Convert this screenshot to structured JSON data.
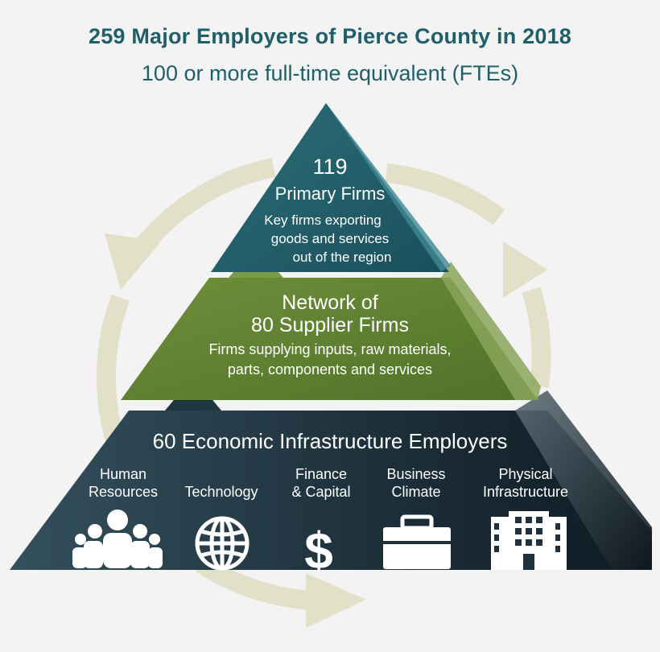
{
  "header": {
    "title": "259 Major Employers of Pierce County in 2018",
    "subtitle": "100 or more full-time equivalent (FTEs)"
  },
  "tiers": {
    "primary": {
      "count": "119",
      "name": "Primary Firms",
      "description": [
        "Key firms exporting",
        "goods and services",
        "out of the region"
      ],
      "color": "#2f7681"
    },
    "supplier": {
      "name": [
        "Network of",
        "80 Supplier Firms"
      ],
      "description": [
        "Firms supplying inputs, raw materials,",
        "parts, components and services"
      ],
      "color": "#6f8f3b"
    },
    "infrastructure": {
      "name": "60 Economic Infrastructure Employers",
      "color": "#2a3a45",
      "categories": [
        {
          "label": [
            "Human",
            "Resources"
          ],
          "icon": "people-group-icon"
        },
        {
          "label": [
            "",
            "Technology"
          ],
          "icon": "globe-icon"
        },
        {
          "label": [
            "Finance",
            "& Capital"
          ],
          "icon": "dollar-sign-icon"
        },
        {
          "label": [
            "Business",
            "Climate"
          ],
          "icon": "briefcase-icon"
        },
        {
          "label": [
            "Physical",
            "Infrastructure"
          ],
          "icon": "building-icon"
        }
      ]
    }
  },
  "cycle_arrow_color": "#e2e0c8"
}
